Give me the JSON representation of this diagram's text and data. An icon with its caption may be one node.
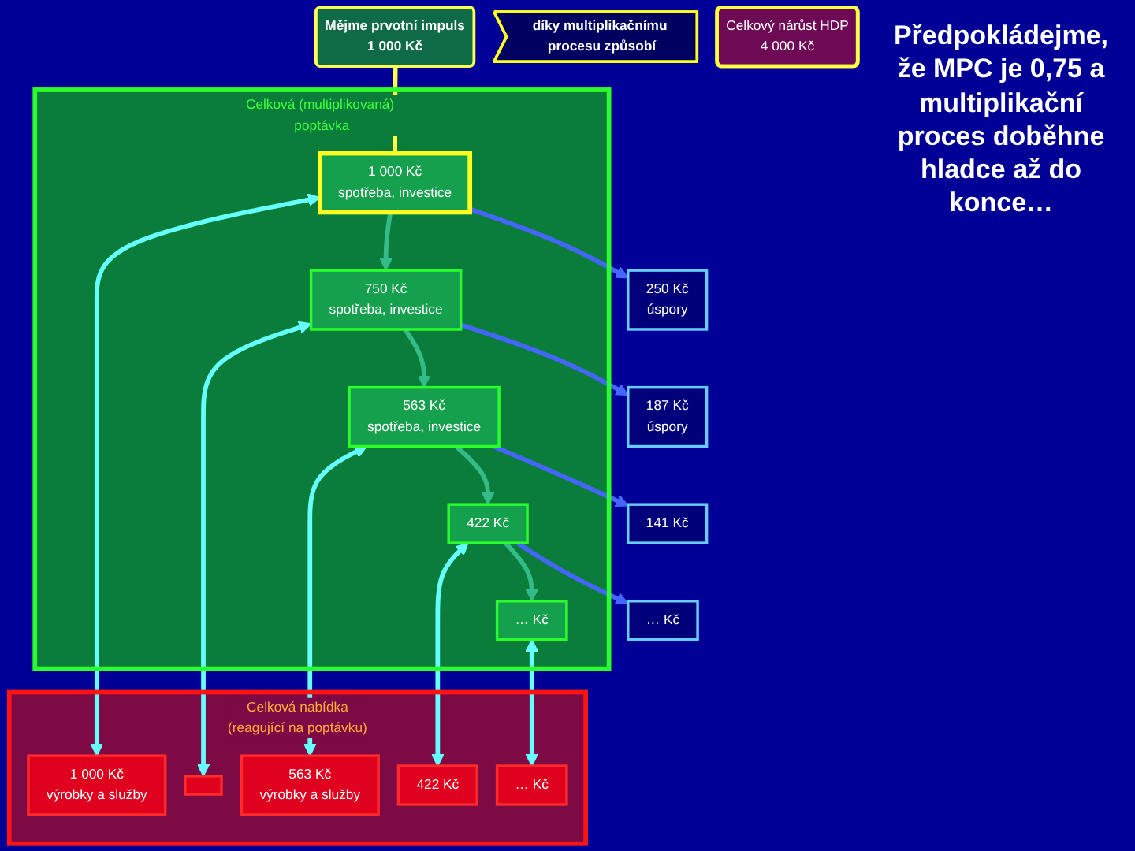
{
  "diagram": {
    "nodes": [
      {
        "text": [
          "Mějme prvotní impuls",
          "1 000 Kč"
        ]
      },
      {
        "text": [
          "Celková (multiplikovaná) poptávka"
        ]
      },
      {
        "text": [
          "1 000 Kč",
          "spotřeba, investice"
        ],
        "in": 1
      },
      {
        "text": [
          "750 Kč",
          "spotřeba, investice"
        ],
        "in": 1
      },
      {
        "text": [
          "563 Kč",
          "spotřeba, investice"
        ],
        "in": 1
      },
      {
        "text": [
          "422 Kč"
        ],
        "in": 1
      },
      {
        "text": [
          "… Kč"
        ],
        "in": 1
      },
      {
        "text": [
          "Celková nabídka",
          "(reagující na poptávku)"
        ]
      },
      {
        "text": [
          "1 000 Kč",
          "výrobky a služby"
        ],
        "in": 7
      },
      {
        "text": [],
        "shape": "box",
        "in": 7
      },
      {
        "text": [
          "563 Kč",
          "výrobky a služby"
        ],
        "in": 7
      },
      {
        "text": [
          "422 Kč"
        ],
        "in": 7
      },
      {
        "text": [
          "… Kč"
        ],
        "in": 7
      },
      {
        "text": [
          "250 Kč",
          "úspory"
        ]
      },
      {
        "text": [
          "187 Kč",
          "úspory"
        ]
      },
      {
        "text": [
          "141 Kč"
        ]
      },
      {
        "text": [
          "… Kč"
        ]
      },
      {
        "text": [
          "díky multiplikačnímu procesu způsobí"
        ]
      },
      {
        "text": [
          "Celkový nárůst HDP",
          "4 000 Kč"
        ]
      }
    ],
    "edges": [
      {
        "from": 0,
        "to": 2,
        "arrow": "none",
        "color": "#ffff44"
      },
      {
        "from": 2,
        "to": 13,
        "arrow": "to",
        "color": "#4466ff"
      },
      {
        "from": 2,
        "to": 3,
        "arrow": "to",
        "color": "#33bb88"
      },
      {
        "from": 2,
        "to": 8,
        "arrow": "both"
      },
      {
        "from": 3,
        "to": 14,
        "arrow": "to",
        "color": "#4466ff"
      },
      {
        "from": 3,
        "to": 4,
        "arrow": "to",
        "color": "#33bb88"
      },
      {
        "from": 3,
        "to": 9,
        "arrow": "both"
      },
      {
        "from": 4,
        "to": 15,
        "arrow": "to",
        "color": "#4466ff"
      },
      {
        "from": 4,
        "to": 5,
        "arrow": "to",
        "color": "#33bb88"
      },
      {
        "from": 4,
        "to": 10,
        "arrow": "both"
      },
      {
        "from": 5,
        "to": 16,
        "arrow": "to",
        "color": "#4466ff"
      },
      {
        "from": 5,
        "to": 6,
        "arrow": "to",
        "color": "#33bb88"
      },
      {
        "from": 5,
        "to": 11,
        "arrow": "both"
      },
      {
        "from": 6,
        "to": 12,
        "arrow": "both"
      }
    ],
    "labels": [
      "Předpokládejme, že MPC je 0,75 a multiplikační proces doběhne hladce až do konce…"
    ]
  }
}
